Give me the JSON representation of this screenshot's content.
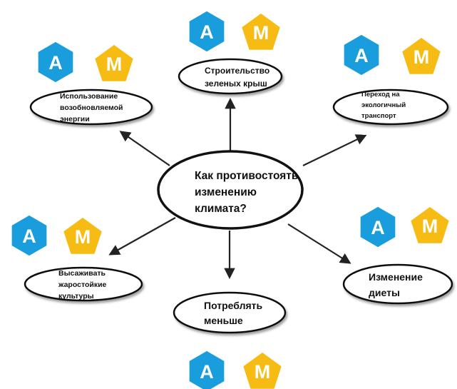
{
  "center": {
    "lines": [
      "Как противостоять",
      "изменению",
      "климата?"
    ]
  },
  "badges": {
    "a_label": "A",
    "m_label": "M",
    "a_color": "#1a9ddc",
    "m_color": "#f7bc14"
  },
  "nodes": [
    {
      "id": "renewable",
      "lines": [
        "Использование",
        "возобновляемой",
        "энергии"
      ]
    },
    {
      "id": "green-roofs",
      "lines": [
        "Строительство",
        "зеленых крыш"
      ]
    },
    {
      "id": "eco-transport",
      "lines": [
        "Переход на",
        "экологичный",
        "транспорт"
      ]
    },
    {
      "id": "heat-crops",
      "lines": [
        "Высаживать",
        "жаростойкие",
        "культуры"
      ]
    },
    {
      "id": "consume-less",
      "lines": [
        "Потреблять",
        "меньше"
      ]
    },
    {
      "id": "diet",
      "lines": [
        "Изменение",
        "диеты"
      ]
    }
  ]
}
